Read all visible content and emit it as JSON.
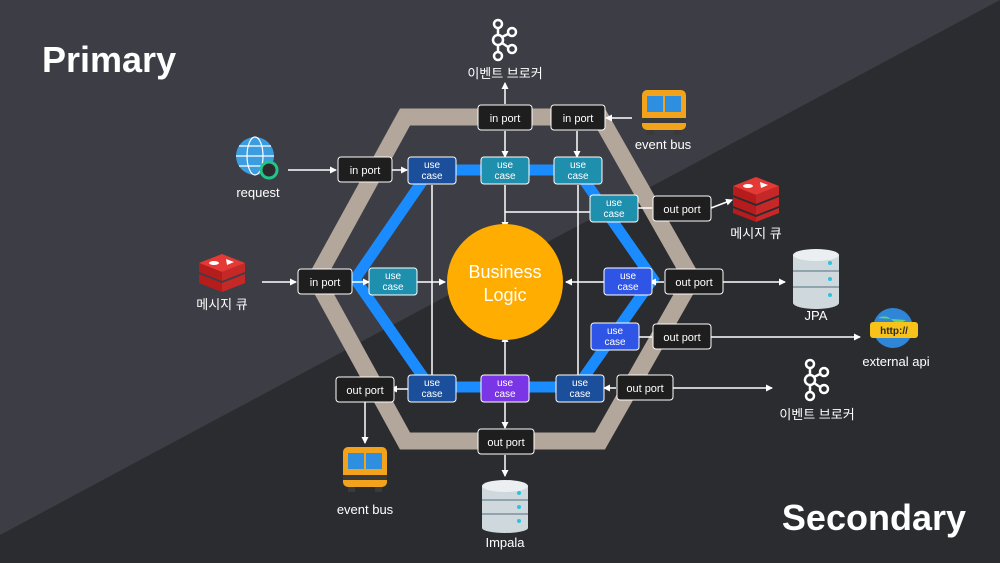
{
  "corner_labels": {
    "primary": "Primary",
    "secondary": "Secondary"
  },
  "core": {
    "line1": "Business",
    "line2": "Logic"
  },
  "port_labels": {
    "in_port": "in port",
    "out_port": "out port"
  },
  "use_case": {
    "line1": "use",
    "line2": "case"
  },
  "labels": {
    "event_broker_top": "이벤트 브로커",
    "event_bus_top": "event bus",
    "request": "request",
    "message_queue_right": "메시지 큐",
    "message_queue_left": "메시지 큐",
    "jpa": "JPA",
    "external_api": "external api",
    "event_broker_right": "이벤트 브로커",
    "event_bus_bottom": "event bus",
    "impala": "Impala",
    "http_badge": "http://"
  },
  "colors": {
    "bg_dark": "#2b2c30",
    "bg_light": "#3d3e45",
    "hexagon_outer": "#b3a69a",
    "hexagon_inner": "#1a8cff",
    "core": "#ffad00",
    "use_case_teal": "#1f8fae",
    "use_case_navy": "#1b4f9c",
    "use_case_blue": "#2f55e6",
    "use_case_purple": "#7a35e6",
    "port_bg": "#1e1e1e"
  }
}
